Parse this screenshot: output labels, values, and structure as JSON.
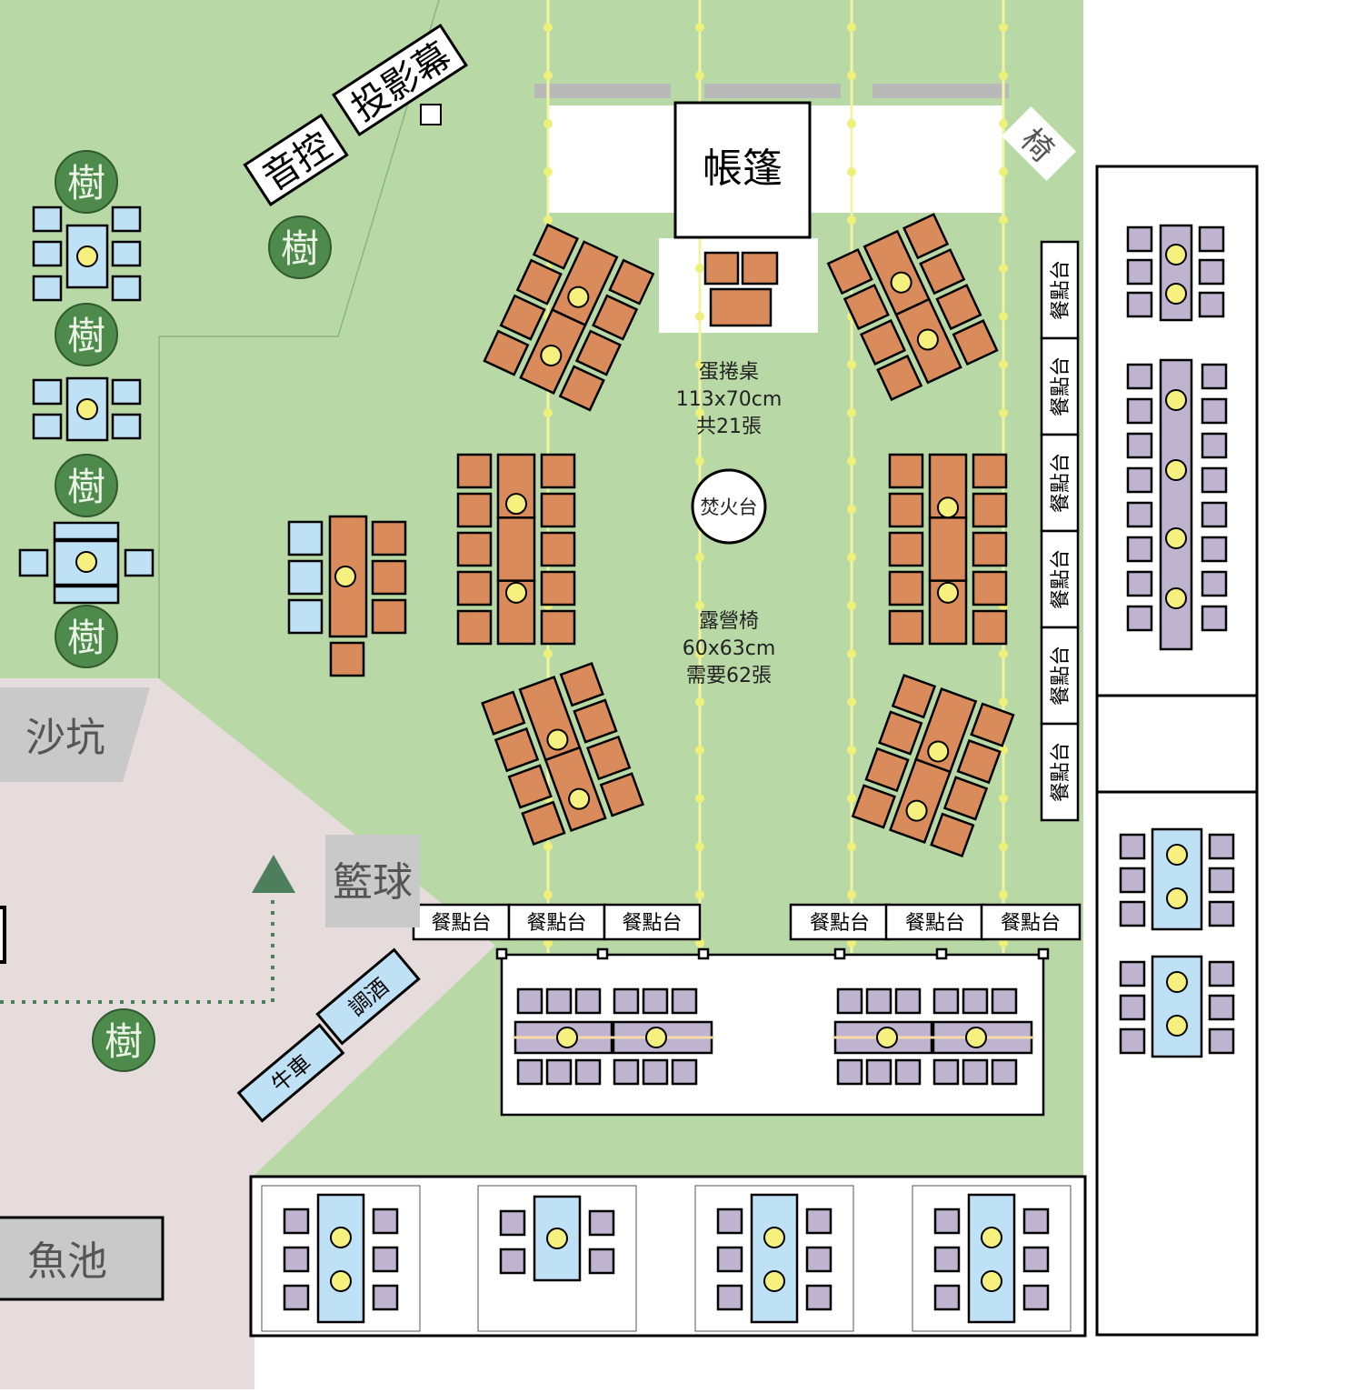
{
  "labels": {
    "sound_control": "音控",
    "projection_screen": "投影幕",
    "tree": "樹",
    "tent": "帳篷",
    "chair_corner": "椅",
    "egg_roll_table_title": "蛋捲桌",
    "egg_roll_table_size": "113x70cm",
    "egg_roll_table_count": "共21張",
    "bonfire": "焚火台",
    "camp_chair_title": "露營椅",
    "camp_chair_size": "60x63cm",
    "camp_chair_count": "需要62張",
    "sandpit": "沙坑",
    "basketball": "籃球",
    "bartending": "調酒",
    "ox_cart": "牛車",
    "fish_pond": "魚池",
    "food_station": "餐點台"
  },
  "colors": {
    "grass": "#b8d9a6",
    "paved_area": "#e7dcdc",
    "tree_fill": "#4e8a4c",
    "wood_table": "#d98b5b",
    "light_blue_seat": "#bfe1f5",
    "lavender_seat": "#bfb4cf",
    "lamp": "#f6f07e",
    "string_light": "#f2f4a2",
    "grey_zone": "#c9c9c9",
    "arrow": "#4e7f5d"
  }
}
